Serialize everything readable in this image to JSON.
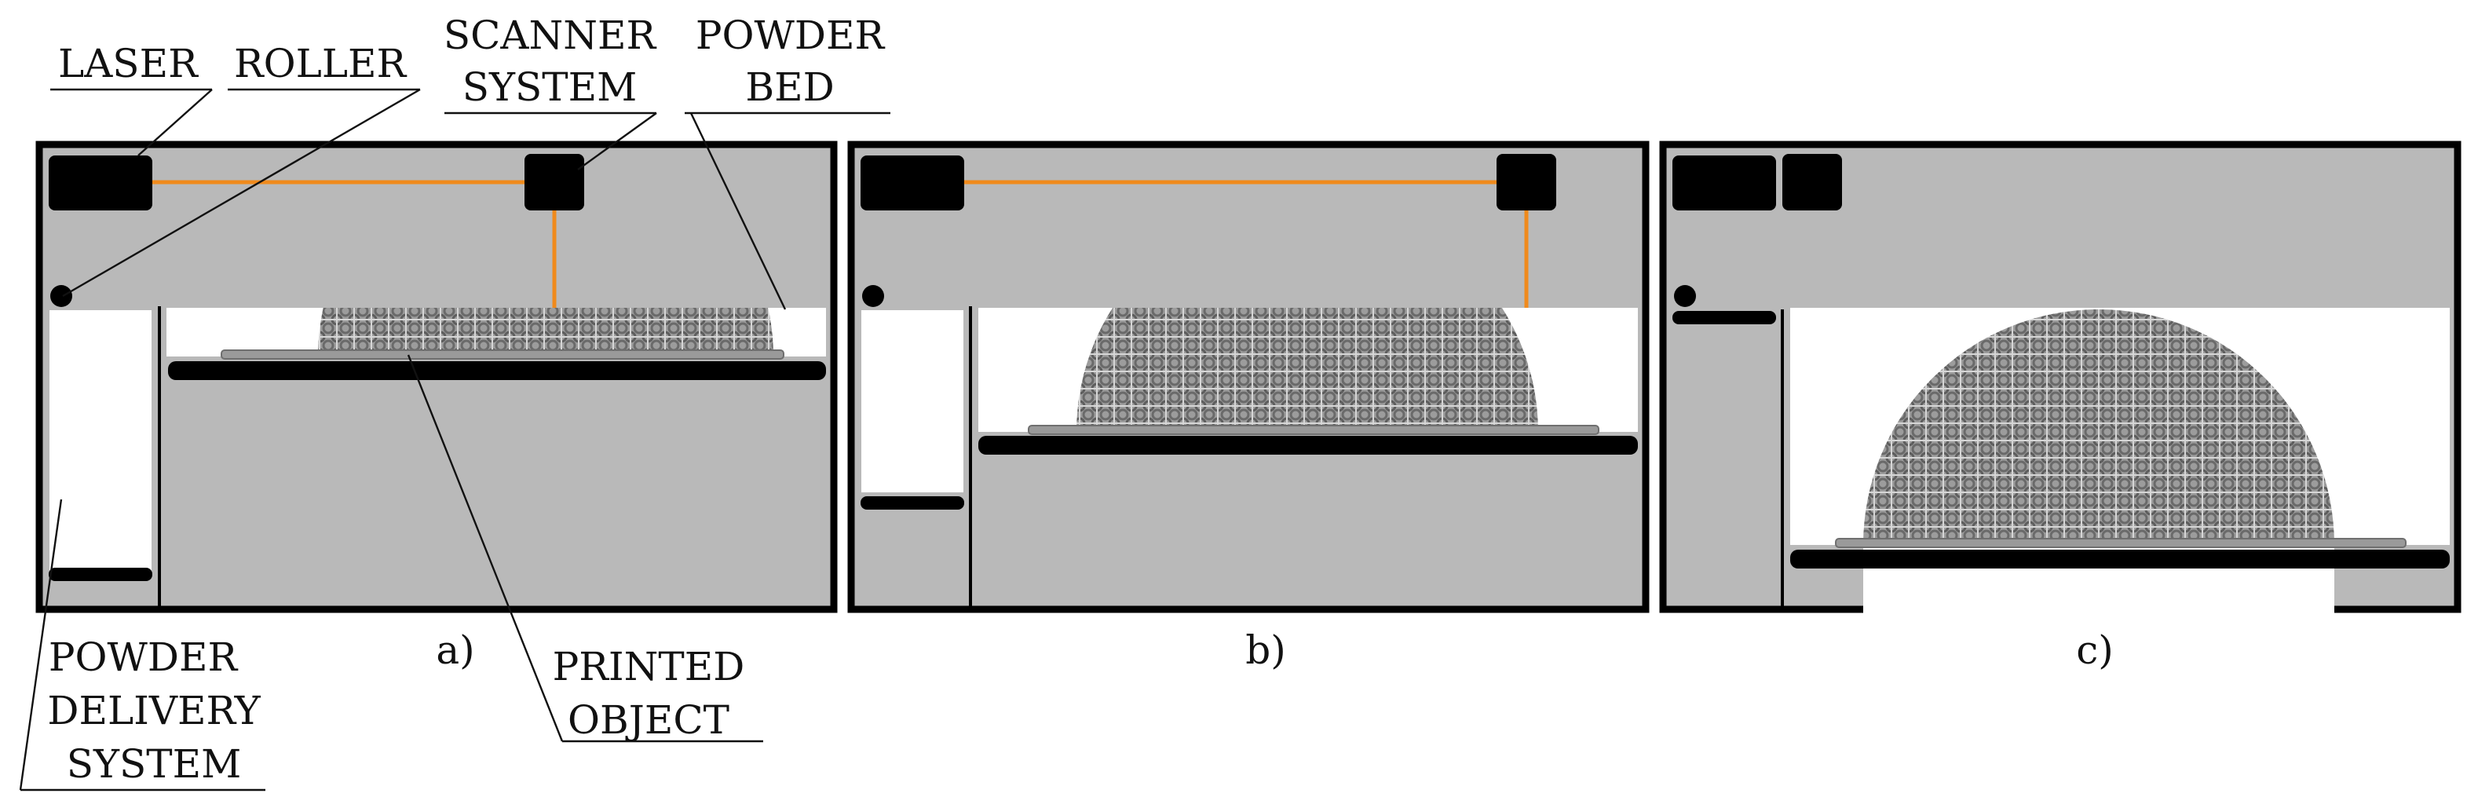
{
  "labels": {
    "laser": "LASER",
    "roller": "ROLLER",
    "scanner_line1": "SCANNER",
    "scanner_line2": "SYSTEM",
    "powder_bed_line1": "POWDER",
    "powder_bed_line2": "BED",
    "powder_delivery_line1": "POWDER",
    "powder_delivery_line2": "DELIVERY",
    "powder_delivery_line3": "SYSTEM",
    "printed_line1": "PRINTED",
    "printed_line2": "OBJECT"
  },
  "panels": [
    {
      "caption": "a)"
    },
    {
      "caption": "b)"
    },
    {
      "caption": "c)"
    }
  ],
  "colors": {
    "machine_body": "#b9b9b9",
    "laser_beam": "#f08a1c",
    "powder": "#ffffff",
    "lattice": "#7d7d7d"
  }
}
